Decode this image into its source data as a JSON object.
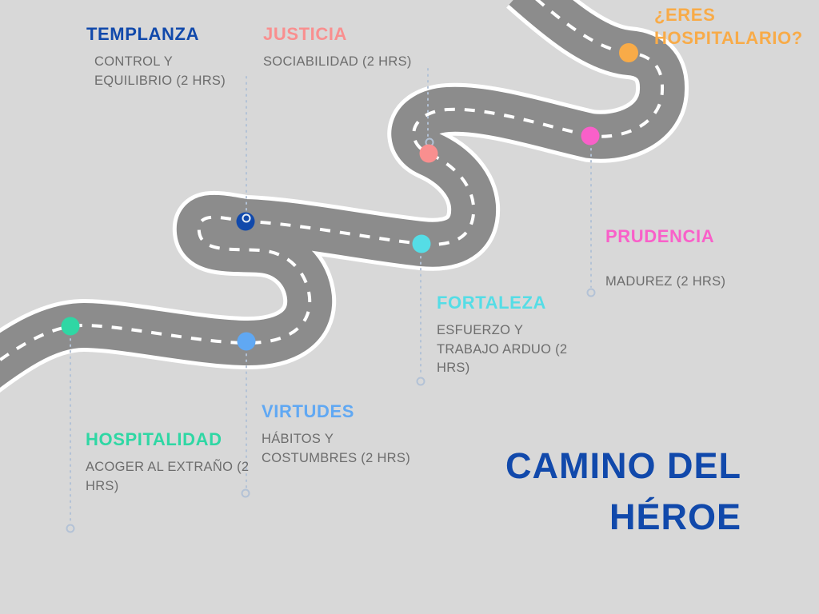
{
  "background_color": "#d8d8d8",
  "road": {
    "surface_color": "#8c8c8c",
    "edge_color": "#ffffff",
    "centerline_color": "#ffffff"
  },
  "connector_color": "#b3c2d6",
  "description_color": "#6d6d6d",
  "title": {
    "line1": "CAMINO DEL",
    "line2": "HÉROE",
    "color": "#1149ab"
  },
  "milestones": [
    {
      "name": "hospitalidad",
      "label": "HOSPITALIDAD",
      "description": "ACOGER AL EXTRAÑO (2 HRS)",
      "hours": "2 HRS",
      "color": "#2fd7a4"
    },
    {
      "name": "virtudes",
      "label": "VIRTUDES",
      "description": "HÁBITOS Y COSTUMBRES (2 HRS)",
      "hours": "2 HRS",
      "color": "#60a8f3"
    },
    {
      "name": "templanza",
      "label": "TEMPLANZA",
      "description": "CONTROL Y EQUILIBRIO (2 HRS)",
      "hours": "2 HRS",
      "color": "#1149ab"
    },
    {
      "name": "fortaleza",
      "label": "FORTALEZA",
      "description": "ESFUERZO Y TRABAJO ARDUO (2 HRS)",
      "hours": "2 HRS",
      "color": "#55dde6"
    },
    {
      "name": "justicia",
      "label": "JUSTICIA",
      "description": "SOCIABILIDAD (2 HRS)",
      "hours": "2 HRS",
      "color": "#f98f8f"
    },
    {
      "name": "prudencia",
      "label": "PRUDENCIA",
      "description": "MADUREZ (2 HRS)",
      "hours": "2 HRS",
      "color": "#f960c9"
    },
    {
      "name": "eres-hospitalario",
      "label": "¿ERES HOSPITALARIO?",
      "description": "",
      "hours": "",
      "color": "#f8ab48"
    }
  ]
}
